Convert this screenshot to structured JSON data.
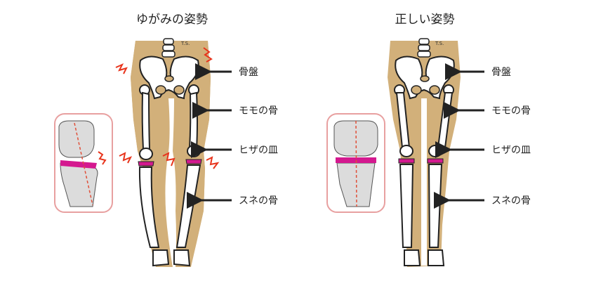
{
  "panels": [
    {
      "title": "ゆがみの姿勢",
      "labels": {
        "pelvis": "骨盤",
        "thigh": "モモの骨",
        "kneecap": "ヒザの皿",
        "shin": "スネの骨"
      },
      "signature": "T.S."
    },
    {
      "title": "正しい姿勢",
      "labels": {
        "pelvis": "骨盤",
        "thigh": "モモの骨",
        "kneecap": "ヒザの皿",
        "shin": "スネの骨"
      },
      "signature": "T.S."
    }
  ],
  "colors": {
    "skin": "#d2b07a",
    "bone": "#ffffff",
    "outline": "#222222",
    "cartilage": "#d4198f",
    "inset_border": "#e8a0a0",
    "axis_line": "#e0503a",
    "strain_mark": "#e8341c",
    "inset_bone": "#dcdcdc"
  },
  "icons": [
    "left-arrow-icon",
    "strain-zigzag-icon"
  ]
}
